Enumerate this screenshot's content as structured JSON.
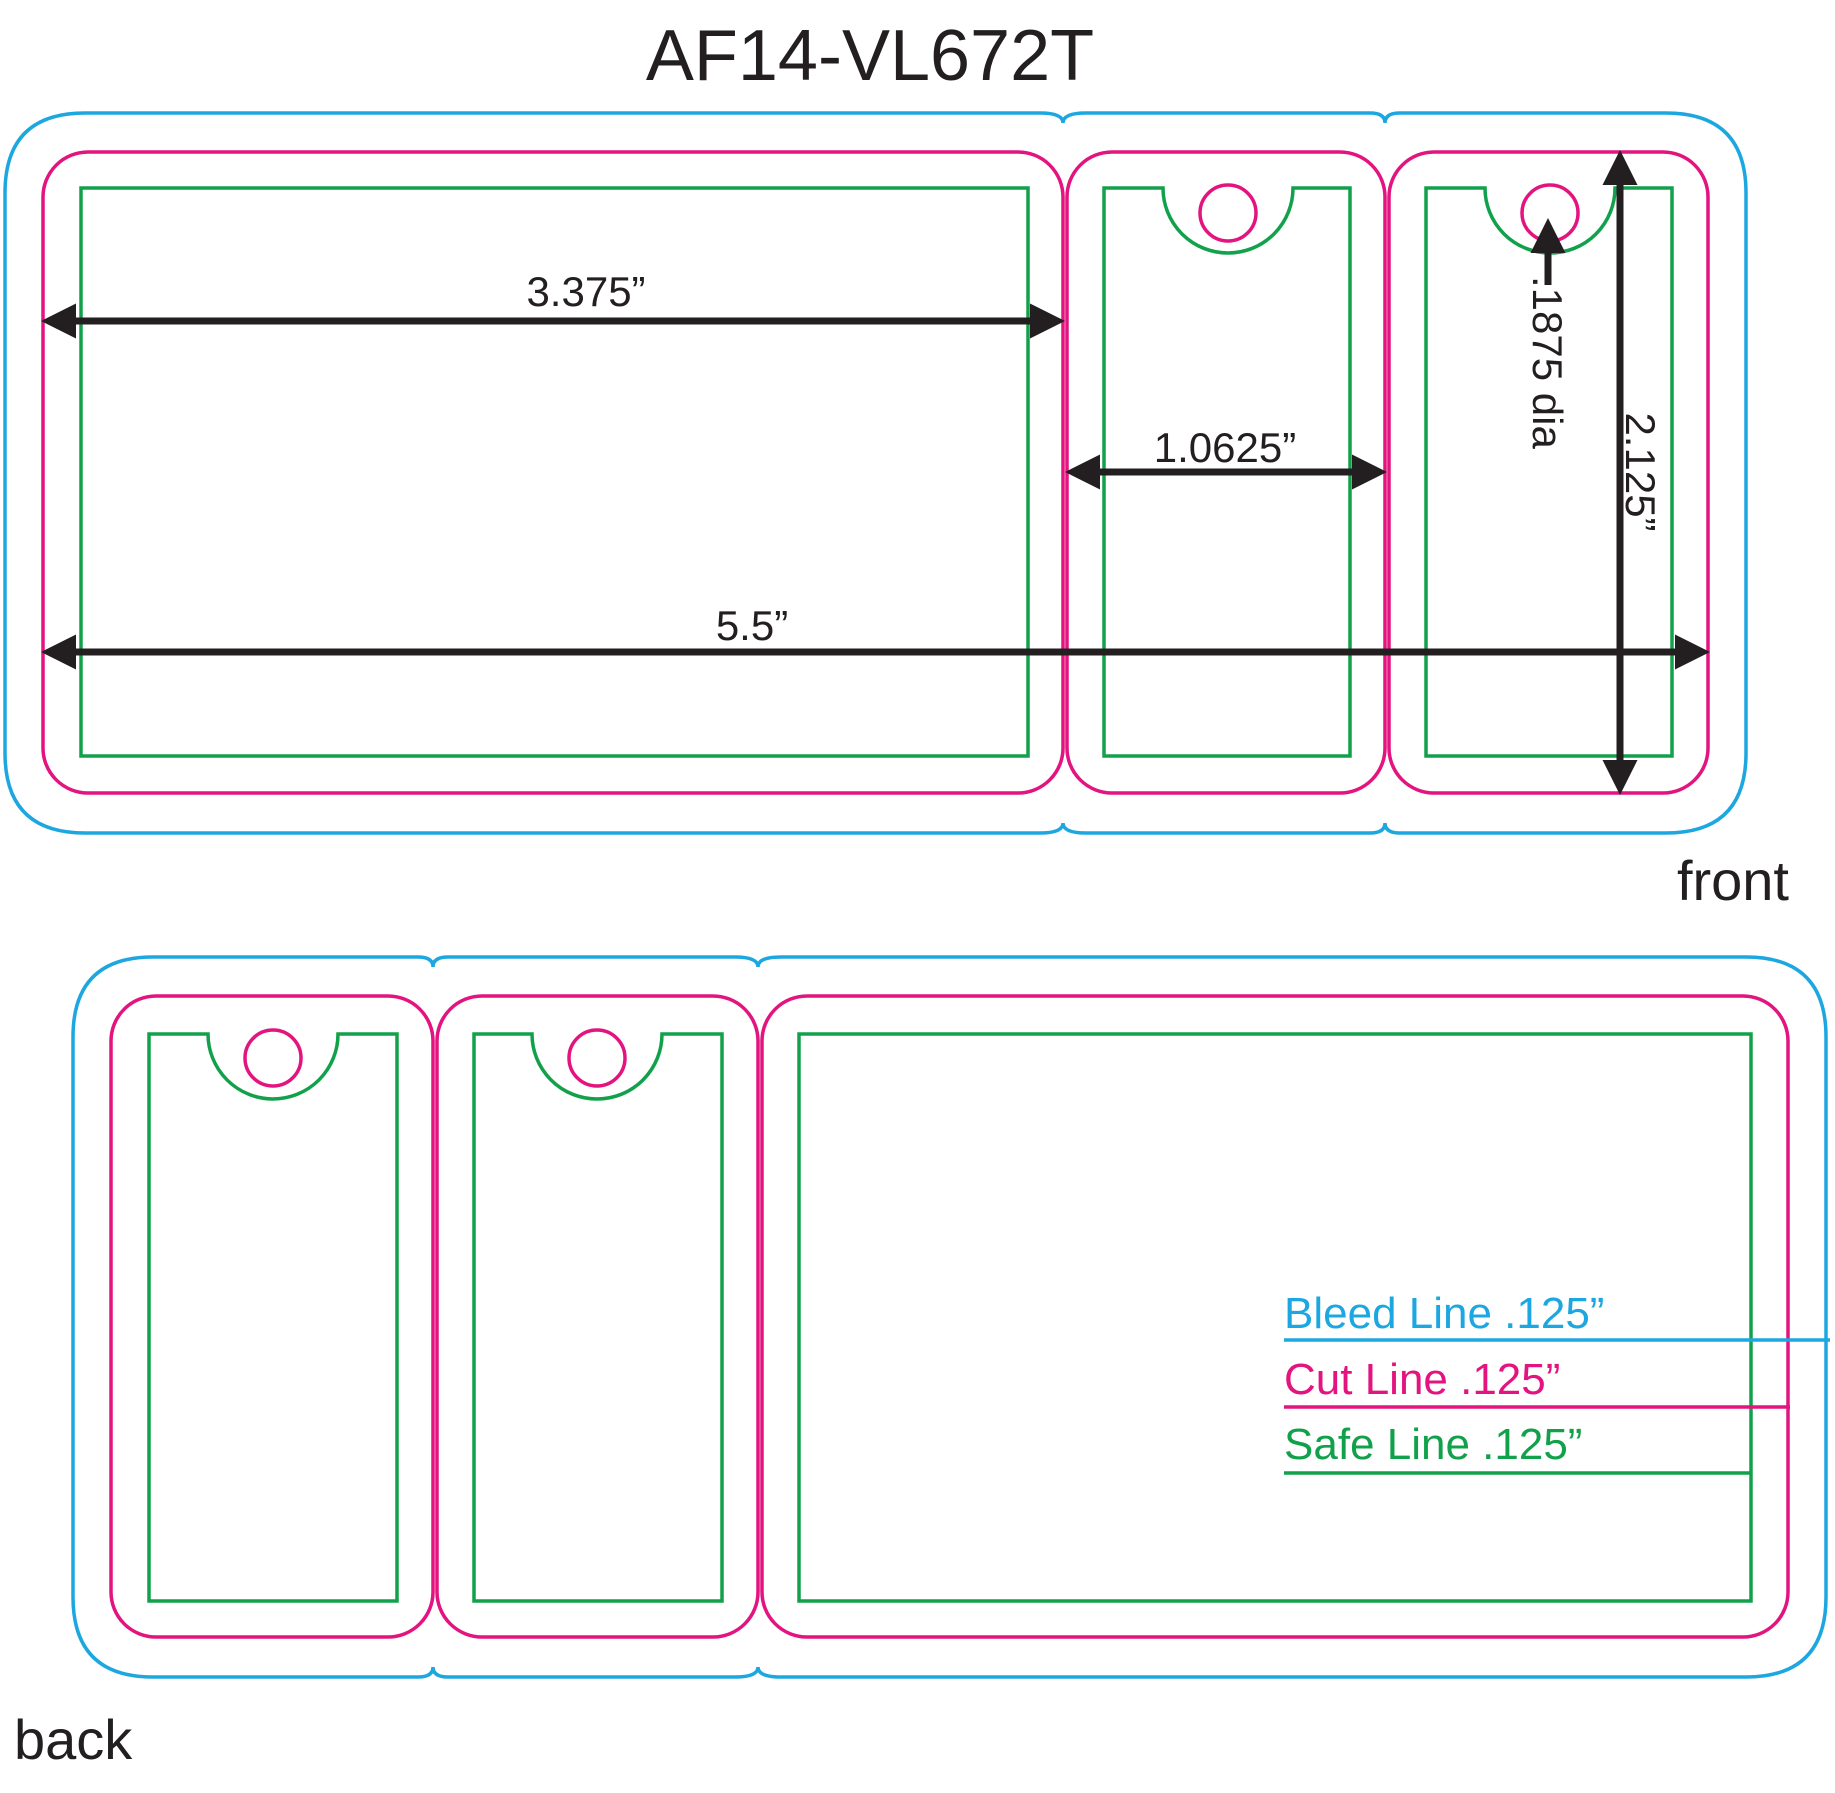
{
  "title": "AF14-VL672T",
  "front_label": "front",
  "back_label": "back",
  "dimensions": {
    "width_large_panel": "3.375”",
    "width_small_panel": "1.0625”",
    "total_width": "5.5”",
    "height": "2.125”",
    "hole_diameter": ".1875 dia"
  },
  "legend": [
    {
      "label": "Bleed Line .125”",
      "color": "#1da7e0"
    },
    {
      "label": "Cut Line .125”",
      "color": "#e3147f"
    },
    {
      "label": "Safe Line .125”",
      "color": "#12a14b"
    }
  ],
  "colors": {
    "bleed": "#1da7e0",
    "cut": "#e3147f",
    "safe": "#12a14b",
    "dimension": "#231f20"
  }
}
